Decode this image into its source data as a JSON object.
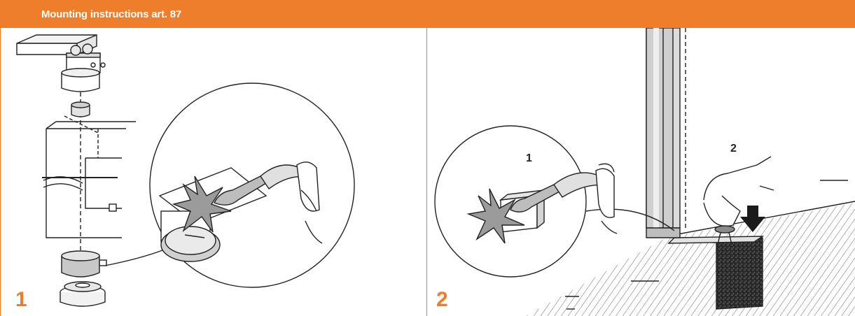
{
  "header": {
    "title": "Mounting instructions art. 87"
  },
  "steps": [
    {
      "number": "1"
    },
    {
      "number": "2",
      "callouts": [
        "1",
        "2"
      ]
    }
  ],
  "colors": {
    "accent": "#ee7d2c",
    "line": "#222222",
    "steel": "#c9c9c9",
    "concrete": "#6f6f6f"
  },
  "icons": [
    "weld-spark-icon",
    "welding-torch-icon",
    "down-arrow-icon",
    "hinge-unit-icon",
    "gate-frame-icon",
    "steel-post-icon",
    "ground-slab-icon"
  ]
}
